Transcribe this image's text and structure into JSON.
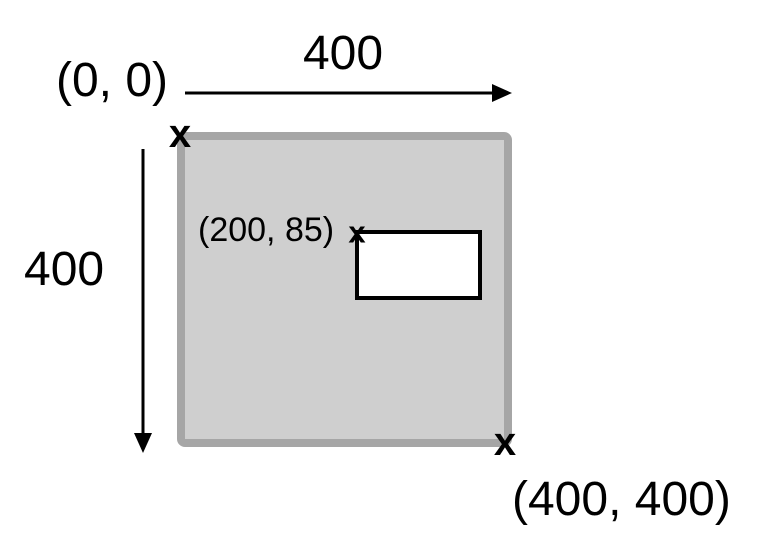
{
  "diagram": {
    "description": "Coordinate-system diagram: a 400x400 gray canvas with origin (0, 0) at top-left, (400, 400) at bottom-right, and a white rectangle whose top-left corner is at (200, 85)",
    "canvas_bg": "#ffffff",
    "marker_glyph": "x",
    "arrow_color": "#000000",
    "outer_square": {
      "fill": "#cfcfcf",
      "border_color": "#a6a6a6",
      "origin_label": "(0, 0)",
      "bottom_right_label": "(400, 400)",
      "width_label": "400",
      "height_label": "400"
    },
    "inner_rect": {
      "fill": "#ffffff",
      "border_color": "#000000",
      "position_label": "(200, 85)"
    }
  }
}
